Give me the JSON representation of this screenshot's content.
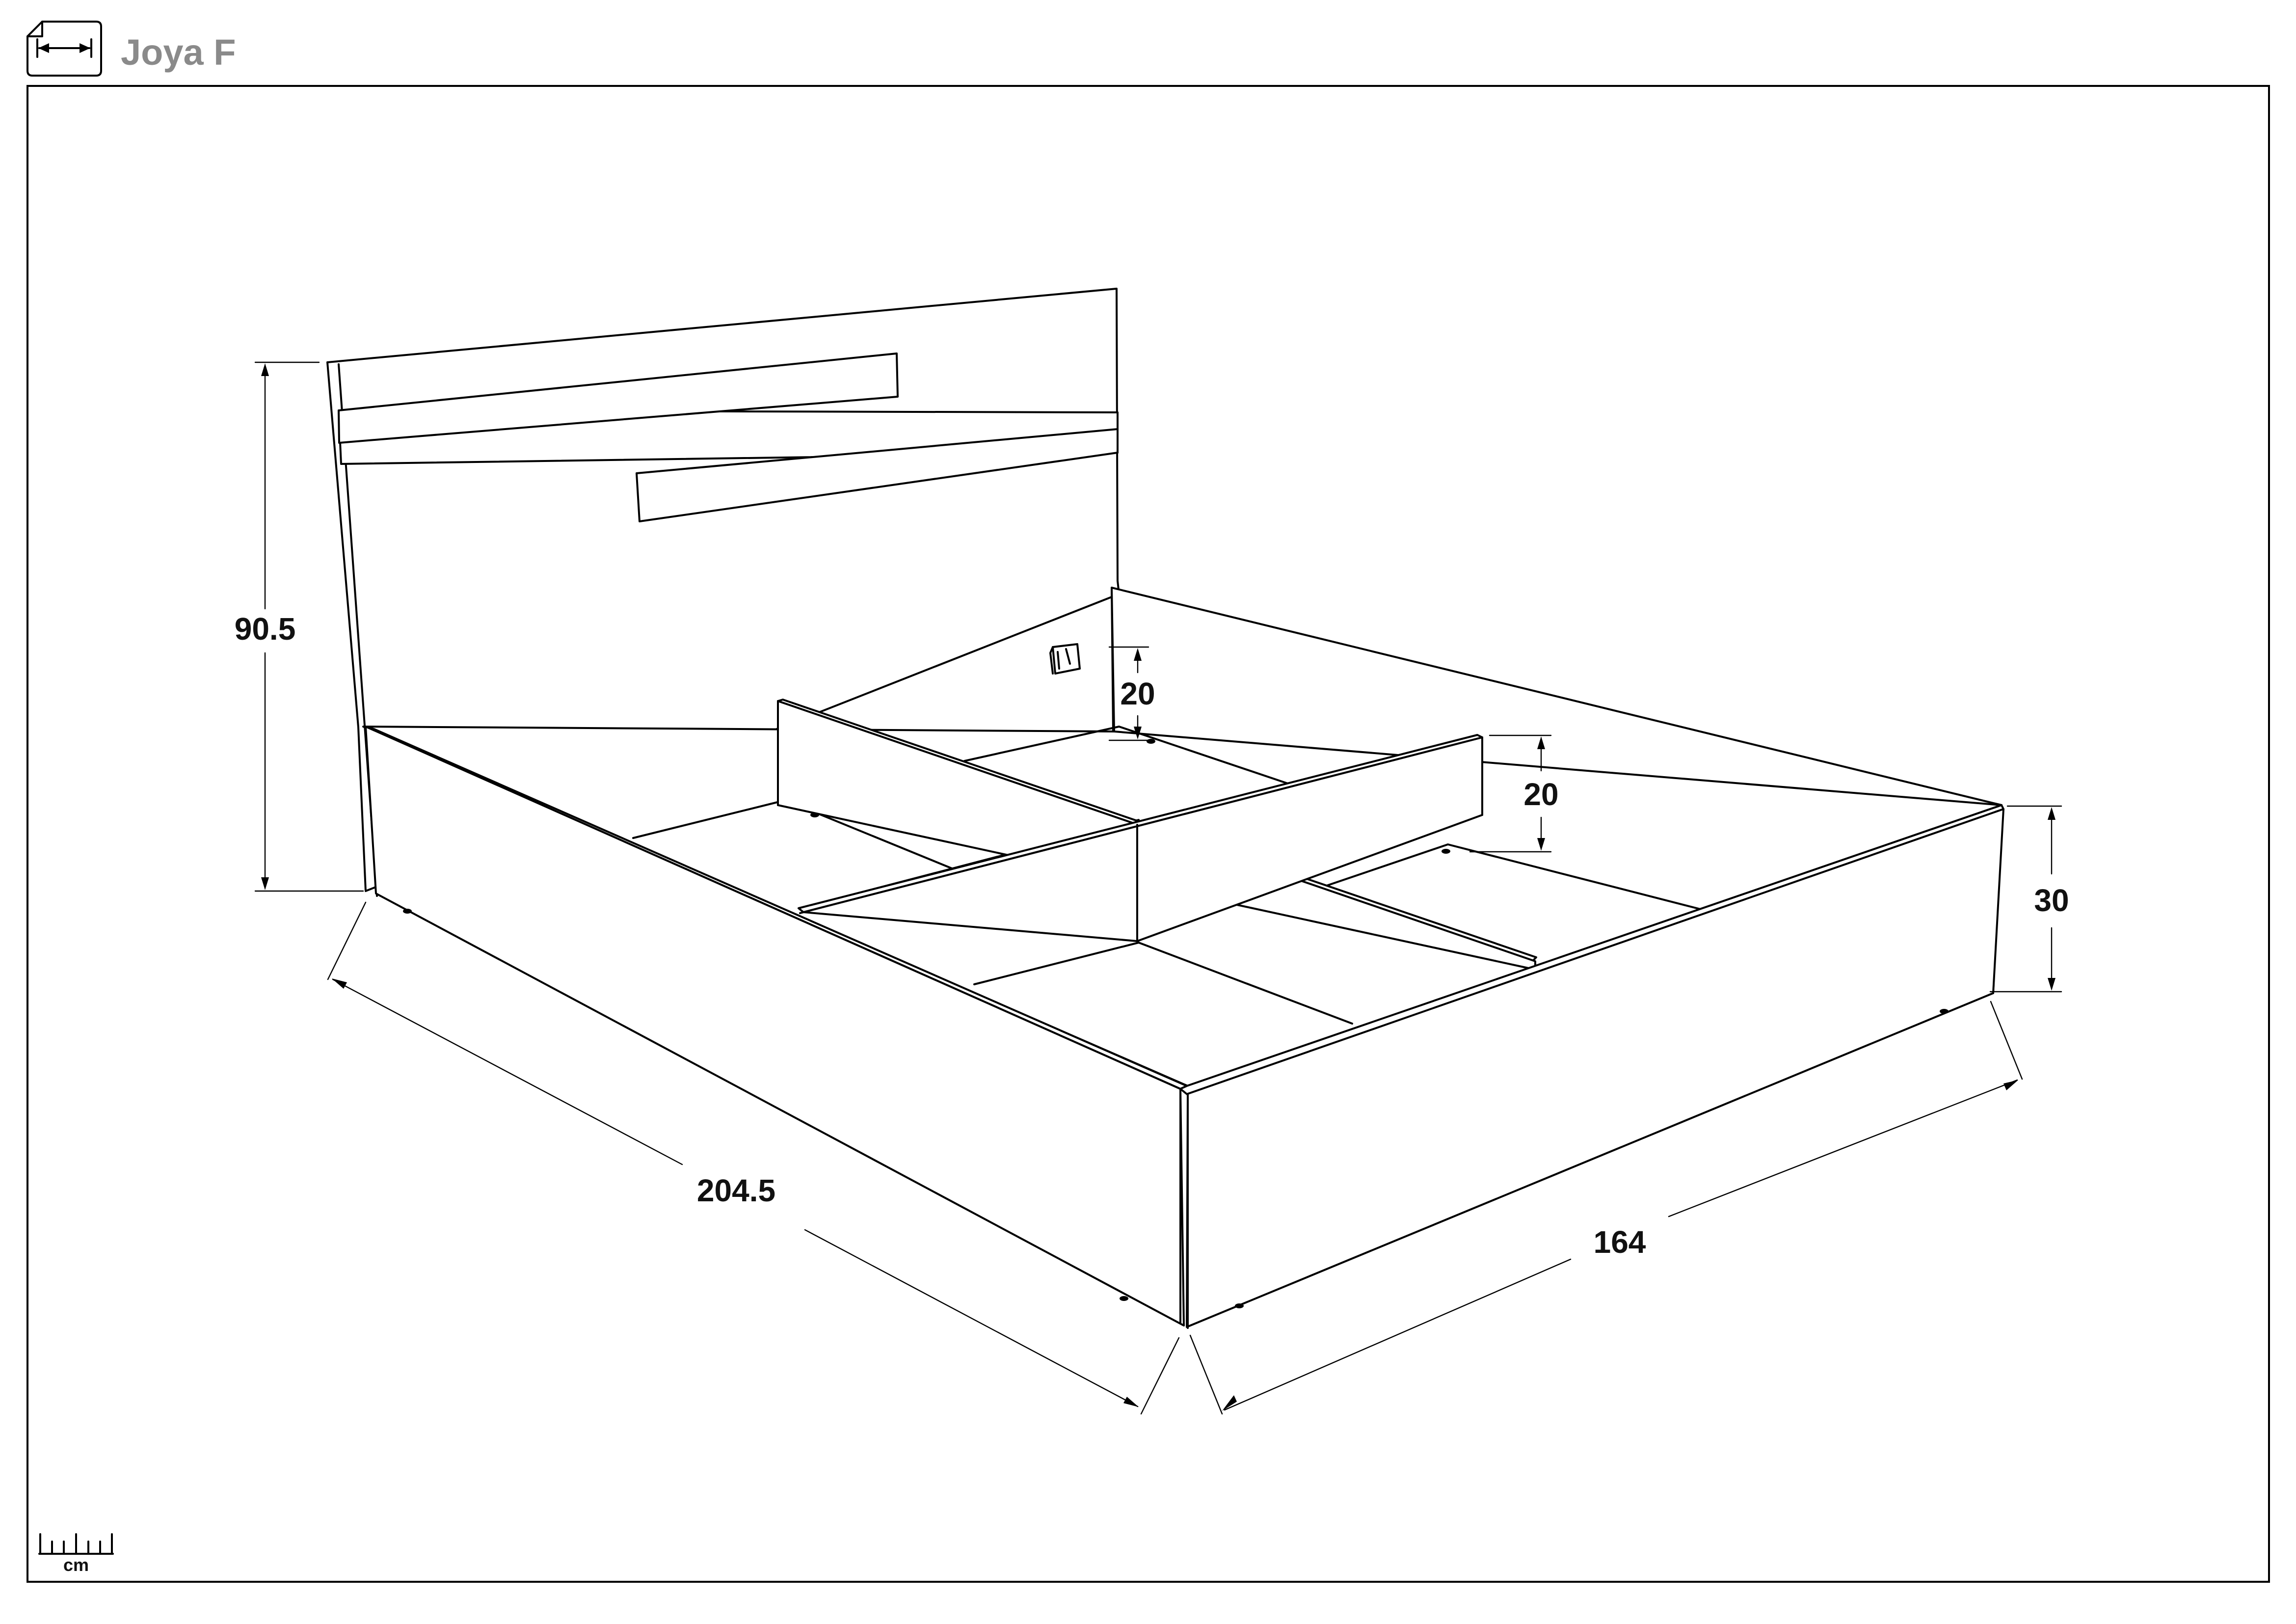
{
  "header": {
    "product_name": "Joya F",
    "icon": "dimension-icon"
  },
  "dimensions": {
    "headboard_height": "90.5",
    "length": "204.5",
    "width": "164",
    "frame_height": "30",
    "divider_height": "20",
    "inner_panel_height": "20"
  },
  "scale_legend": {
    "unit": "cm",
    "icon": "ruler-icon"
  },
  "colors": {
    "title": "#8a8a8a",
    "line": "#000000",
    "background": "#ffffff"
  }
}
